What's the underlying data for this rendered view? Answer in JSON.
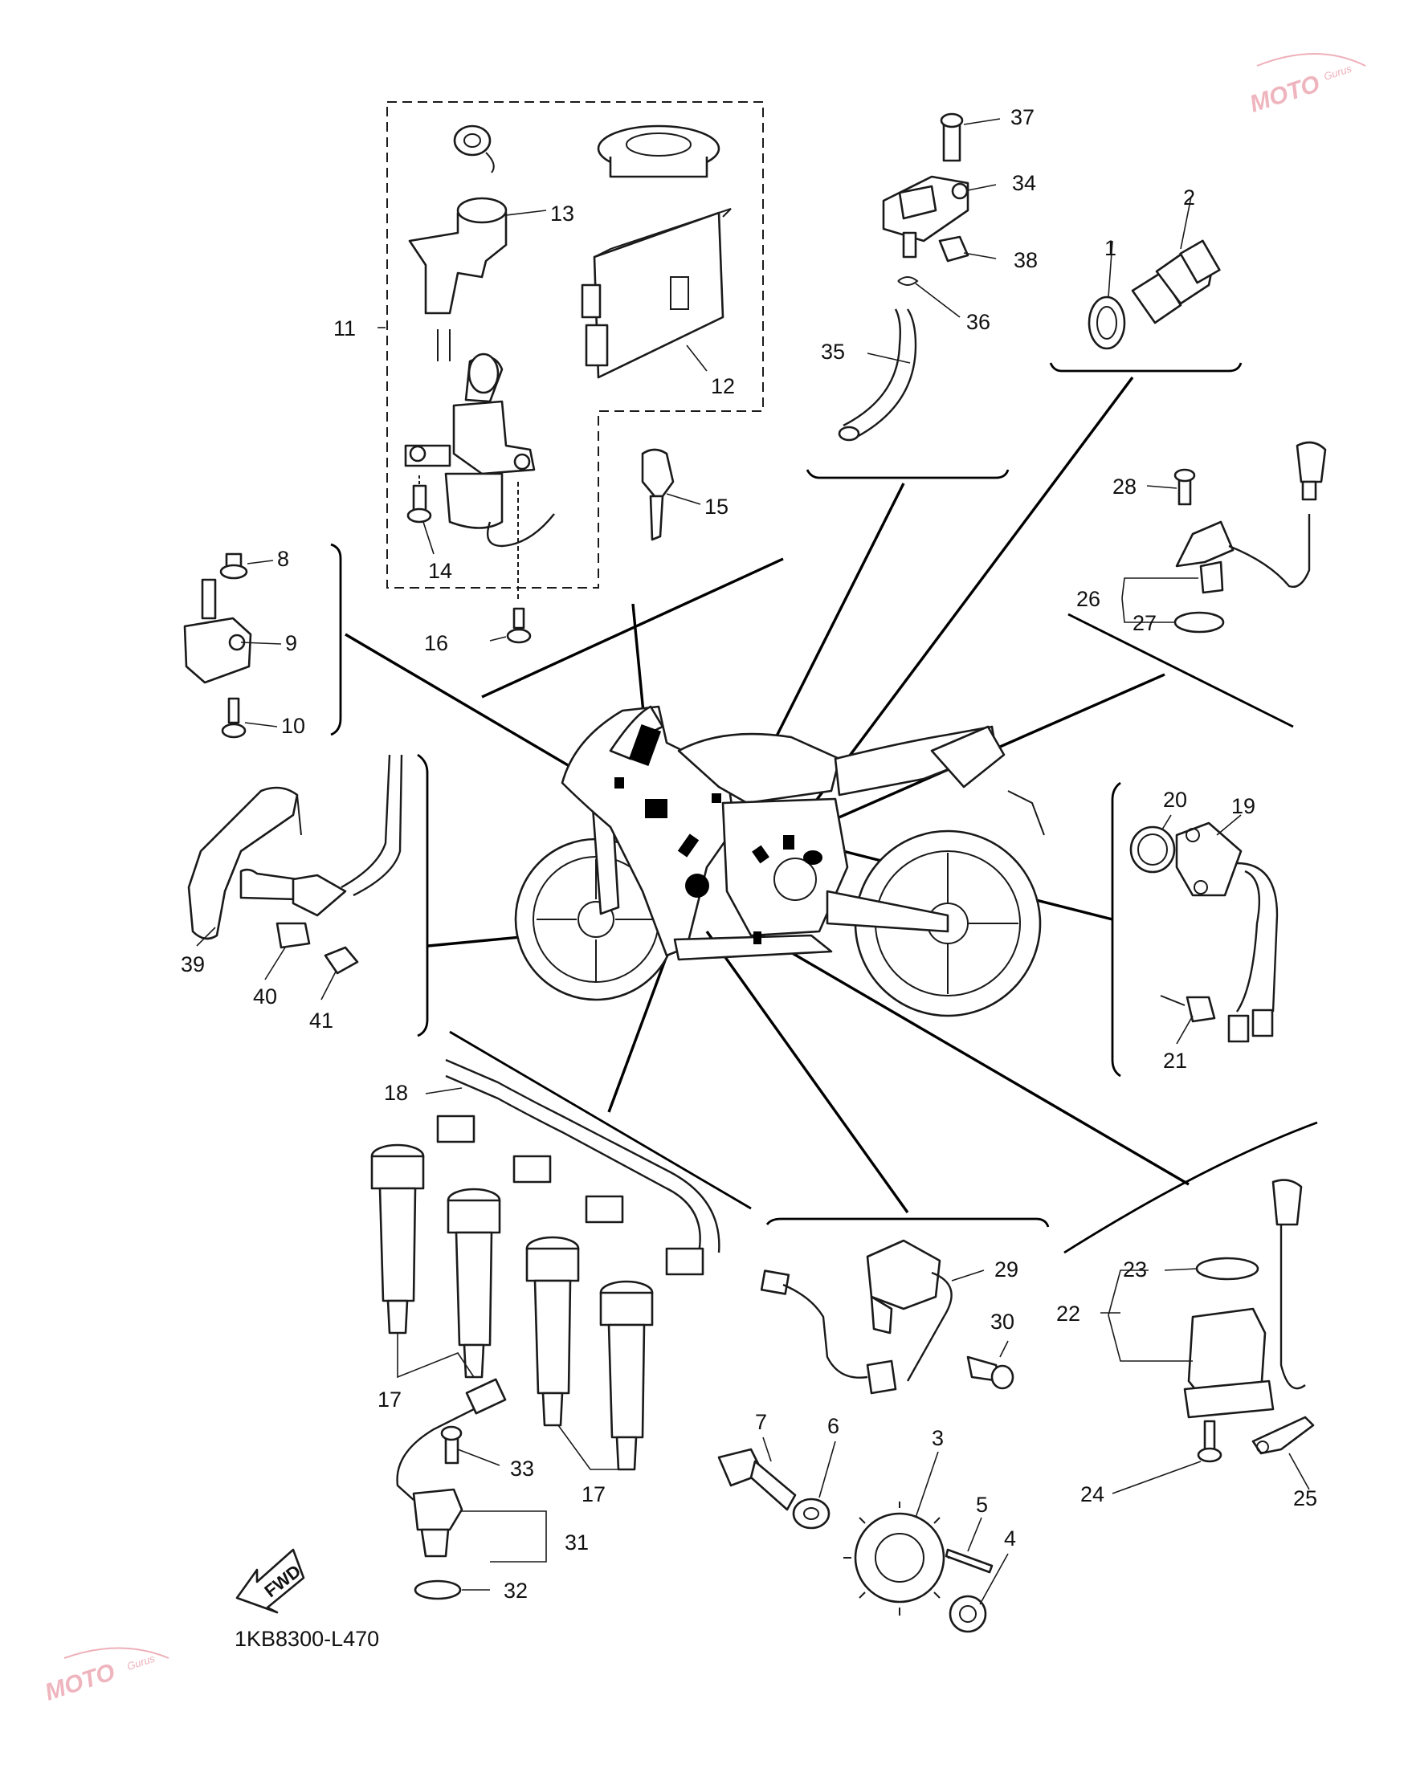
{
  "diagram": {
    "code": "1KB8300-L470",
    "fwd_label": "FWD"
  },
  "watermark": {
    "text": "MOTO",
    "subtext": "Gurus"
  },
  "callouts": {
    "c1": "1",
    "c2": "2",
    "c3": "3",
    "c4": "4",
    "c5": "5",
    "c6": "6",
    "c7": "7",
    "c8": "8",
    "c9": "9",
    "c10": "10",
    "c11": "11",
    "c12": "12",
    "c13": "13",
    "c14": "14",
    "c15": "15",
    "c16": "16",
    "c17a": "17",
    "c17b": "17",
    "c18": "18",
    "c19": "19",
    "c20": "20",
    "c21": "21",
    "c22": "22",
    "c23": "23",
    "c24": "24",
    "c25": "25",
    "c26": "26",
    "c27": "27",
    "c28": "28",
    "c29": "29",
    "c30": "30",
    "c31": "31",
    "c32": "32",
    "c33": "33",
    "c34": "34",
    "c35": "35",
    "c36": "36",
    "c37": "37",
    "c38": "38",
    "c39": "39",
    "c40": "40",
    "c41": "41"
  }
}
